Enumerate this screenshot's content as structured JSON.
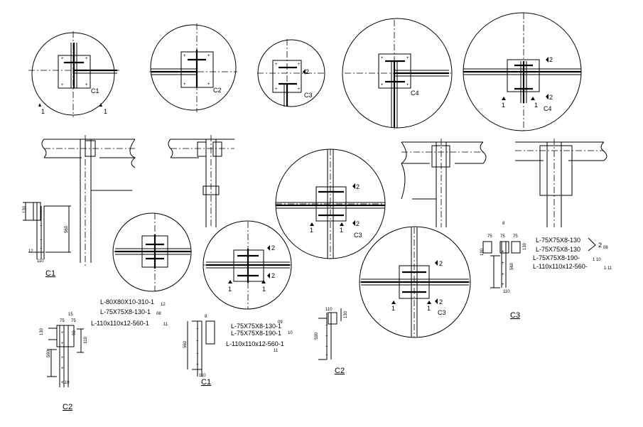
{
  "details": {
    "c1a": "C1",
    "c2a": "C2",
    "c3a": "C3",
    "c4a": "C4",
    "c4b": "C4",
    "c3b": "C3",
    "c3c": "C3",
    "c2b": "C2"
  },
  "sections": {
    "one": "1",
    "two": "2"
  },
  "parts": {
    "c1_title": "C1",
    "c1_l1": "L-80X80X10-310-1",
    "c1_l1_n": "12",
    "c1_l2": "L-75X75X8-130-1",
    "c1_l2_n": "08",
    "c1_l3": "L-110x110x12-560-1",
    "c1_l3_n": "11",
    "c2_title": "C2",
    "c1b_title": "C1",
    "c1b_l1": "L-75X75X8-130-1",
    "c1b_l1_n": "09",
    "c1b_l2": "L-75X75X8-190-1",
    "c1b_l2_n": "10",
    "c1b_l3": "L-110x110x12-560-1",
    "c1b_l3_n": "11",
    "c2b_title": "C2",
    "c3_title": "C3",
    "c3_l1": "L-75X75X8-130",
    "c3_l2": "L-75X75X8-130",
    "c3_l3": "L-75X75X8-190-",
    "c3_l3_n": "1 10",
    "c3_l4": "L-110x110x12-560-",
    "c3_l4_n": "1 11",
    "c3_brace": "2",
    "c3_brace_n": "08"
  },
  "dims": {
    "d130": "130",
    "d560": "560",
    "d590": "590",
    "d12": "12",
    "d110": "110",
    "d310": "310",
    "d75": "75",
    "d90": "90",
    "d190": "190",
    "d8": "8",
    "d15": "15"
  }
}
